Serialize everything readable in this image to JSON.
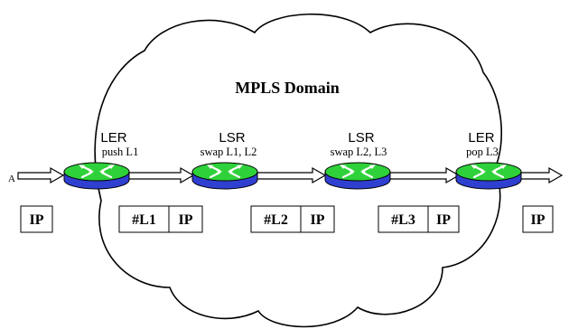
{
  "diagram": {
    "title": "MPLS Domain",
    "source_label": "A",
    "routers": [
      {
        "role": "LER",
        "action": "push L1"
      },
      {
        "role": "LSR",
        "action": "swap L1, L2"
      },
      {
        "role": "LSR",
        "action": "swap L2, L3"
      },
      {
        "role": "LER",
        "action": "pop L3"
      }
    ],
    "packets": [
      {
        "cells": [
          "IP"
        ]
      },
      {
        "cells": [
          "#L1",
          "IP"
        ]
      },
      {
        "cells": [
          "#L2",
          "IP"
        ]
      },
      {
        "cells": [
          "#L3",
          "IP"
        ]
      },
      {
        "cells": [
          "IP"
        ]
      }
    ],
    "colors": {
      "router_top": "#2fd13a",
      "router_side": "#2f3fd0",
      "outline": "#000000",
      "background": "#ffffff"
    }
  }
}
